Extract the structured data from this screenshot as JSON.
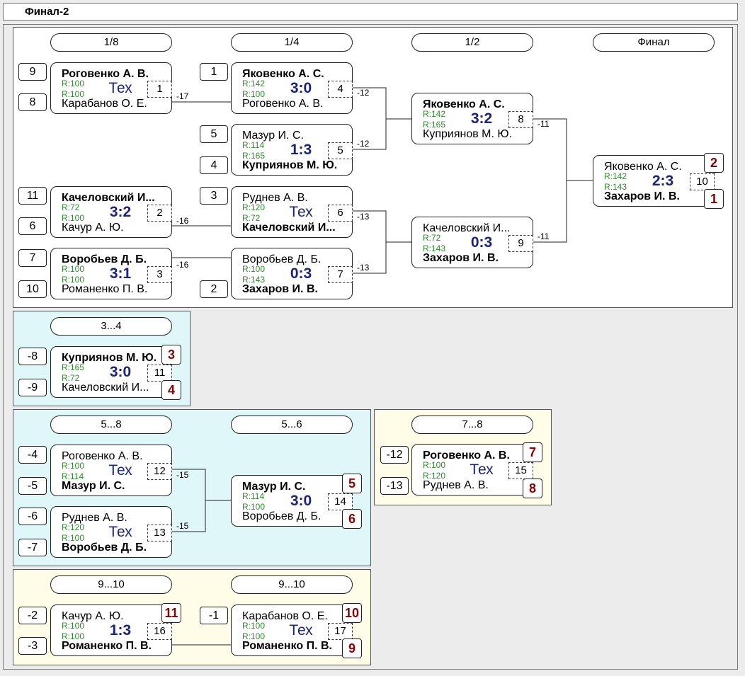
{
  "title": "Финал-2",
  "rounds": [
    "1/8",
    "1/4",
    "1/2",
    "Финал"
  ],
  "group_headers": {
    "p34": "3...4",
    "p58": "5...8",
    "p56": "5...6",
    "p78": "7...8",
    "p910a": "9...10",
    "p910b": "9...10"
  },
  "seeds": {
    "s1": "9",
    "s2": "8",
    "s3": "11",
    "s4": "6",
    "s5": "7",
    "s6": "10",
    "s7": "1",
    "s8": "5",
    "s9": "4",
    "s10": "3",
    "s11": "2",
    "s12": "-8",
    "s13": "-9",
    "s14": "-4",
    "s15": "-5",
    "s16": "-6",
    "s17": "-7",
    "s18": "-12",
    "s19": "-13",
    "s20": "-2",
    "s21": "-3",
    "s22": "-1"
  },
  "matches": {
    "m1": {
      "p1": "Роговенко А. В.",
      "p2": "Карабанов О. Е.",
      "r1": "R:100",
      "r2": "R:100",
      "score": "Тех",
      "num": "1",
      "link": "-17"
    },
    "m2": {
      "p1": "Качеловский И...",
      "p2": "Качур А. Ю.",
      "r1": "R:72",
      "r2": "R:100",
      "score": "3:2",
      "num": "2",
      "link": "-16"
    },
    "m3": {
      "p1": "Воробьев Д. Б.",
      "p2": "Романенко П. В.",
      "r1": "R:100",
      "r2": "R:100",
      "score": "3:1",
      "num": "3",
      "link": "-16"
    },
    "m4": {
      "p1": "Яковенко А. С.",
      "p2": "Роговенко А. В.",
      "r1": "R:142",
      "r2": "R:100",
      "score": "3:0",
      "num": "4",
      "link": "-12"
    },
    "m5": {
      "p1": "Мазур И. С.",
      "p2": "Куприянов М. Ю.",
      "r1": "R:114",
      "r2": "R:165",
      "score": "1:3",
      "num": "5",
      "link": "-12"
    },
    "m6": {
      "p1": "Руднев А. В.",
      "p2": "Качеловский И...",
      "r1": "R:120",
      "r2": "R:72",
      "score": "Тех",
      "num": "6",
      "link": "-13"
    },
    "m7": {
      "p1": "Воробьев Д. Б.",
      "p2": "Захаров И. В.",
      "r1": "R:100",
      "r2": "R:143",
      "score": "0:3",
      "num": "7",
      "link": "-13"
    },
    "m8": {
      "p1": "Яковенко А. С.",
      "p2": "Куприянов М. Ю.",
      "r1": "R:142",
      "r2": "R:165",
      "score": "3:2",
      "num": "8",
      "link": "-11"
    },
    "m9": {
      "p1": "Качеловский И...",
      "p2": "Захаров И. В.",
      "r1": "R:72",
      "r2": "R:143",
      "score": "0:3",
      "num": "9",
      "link": "-11"
    },
    "m10": {
      "p1": "Яковенко А. С.",
      "p2": "Захаров И. В.",
      "r1": "R:142",
      "r2": "R:143",
      "score": "2:3",
      "num": "10",
      "place1": "2",
      "place2": "1"
    },
    "m11": {
      "p1": "Куприянов М. Ю.",
      "p2": "Качеловский И...",
      "r1": "R:165",
      "r2": "R:72",
      "score": "3:0",
      "num": "11",
      "place1": "3",
      "place2": "4"
    },
    "m12": {
      "p1": "Роговенко А. В.",
      "p2": "Мазур И. С.",
      "r1": "R:100",
      "r2": "R:114",
      "score": "Тех",
      "num": "12",
      "link": "-15"
    },
    "m13": {
      "p1": "Руднев А. В.",
      "p2": "Воробьев Д. Б.",
      "r1": "R:120",
      "r2": "R:100",
      "score": "Тех",
      "num": "13",
      "link": "-15"
    },
    "m14": {
      "p1": "Мазур И. С.",
      "p2": "Воробьев Д. Б.",
      "r1": "R:114",
      "r2": "R:100",
      "score": "3:0",
      "num": "14",
      "place1": "5",
      "place2": "6"
    },
    "m15": {
      "p1": "Роговенко А. В.",
      "p2": "Руднев А. В.",
      "r1": "R:100",
      "r2": "R:120",
      "score": "Тех",
      "num": "15",
      "place1": "7",
      "place2": "8"
    },
    "m16": {
      "p1": "Качур А. Ю.",
      "p2": "Романенко П. В.",
      "r1": "R:100",
      "r2": "R:100",
      "score": "1:3",
      "num": "16",
      "place1": "11"
    },
    "m17": {
      "p1": "Карабанов О. Е.",
      "p2": "Романенко П. В.",
      "r1": "R:100",
      "r2": "R:100",
      "score": "Тех",
      "num": "17",
      "place1": "10",
      "place2": "9"
    }
  },
  "colors": {
    "score": "#1a237e",
    "rating": "#2e8b2e",
    "place": "#8b0000",
    "panel_cyan": "#e0f7fa",
    "panel_yellow": "#fffde7"
  }
}
